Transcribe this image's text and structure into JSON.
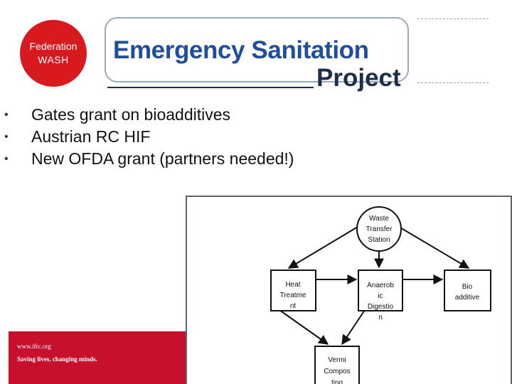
{
  "badge": {
    "line1": "Federation",
    "line2": "WASH"
  },
  "banner": {
    "line1": "Emergency Sanitation",
    "line2": "Project"
  },
  "bullets": [
    {
      "text": "Gates grant on bioadditives"
    },
    {
      "text": "Austrian RC HIF"
    },
    {
      "text": "New OFDA grant (partners needed!)"
    }
  ],
  "footer": {
    "url": "www.ifrc.org",
    "slogan": "Saving lives, changing minds."
  },
  "diagram": {
    "nodes": [
      {
        "id": "waste",
        "lines": [
          "Waste",
          "Transfer",
          "Station"
        ]
      },
      {
        "id": "heat",
        "lines": [
          "Heat",
          "Treatme",
          "nt"
        ]
      },
      {
        "id": "anaerobic",
        "lines": [
          "Anaerob",
          "ic",
          "Digestio",
          "n"
        ]
      },
      {
        "id": "bio",
        "lines": [
          "Bio",
          "additive"
        ]
      },
      {
        "id": "vermi",
        "lines": [
          "Vermi",
          "Compos",
          "ting"
        ]
      }
    ]
  },
  "colors": {
    "badge_red": "#d71920",
    "banner_blue": "#1f4e9b",
    "footer_red": "#c8102e"
  }
}
